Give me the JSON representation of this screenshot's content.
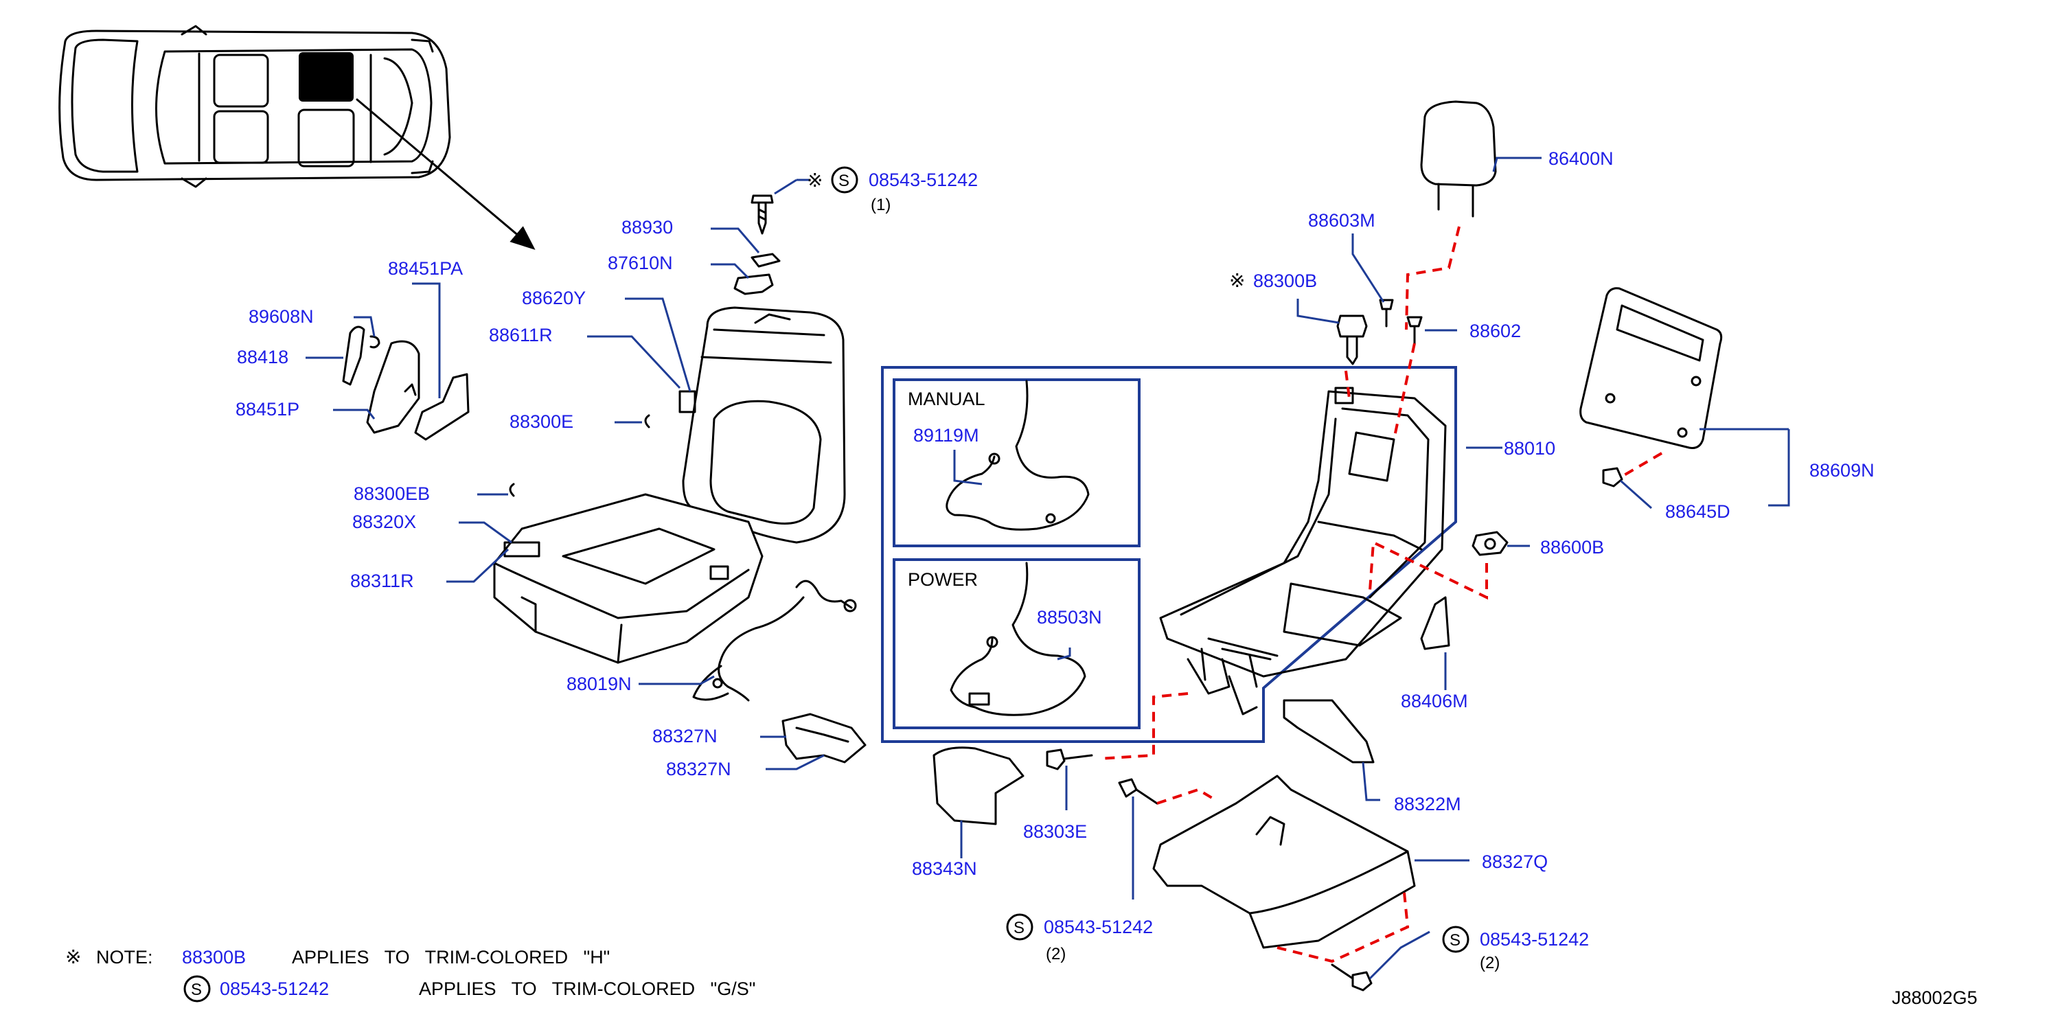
{
  "parts": [
    {
      "id": "p_08543_top",
      "label": "08543-51242",
      "qty": "(1)"
    },
    {
      "id": "p_88930",
      "label": "88930"
    },
    {
      "id": "p_87610N",
      "label": "87610N"
    },
    {
      "id": "p_88451PA",
      "label": "88451PA"
    },
    {
      "id": "p_88620Y",
      "label": "88620Y"
    },
    {
      "id": "p_89608N",
      "label": "89608N"
    },
    {
      "id": "p_88611R",
      "label": "88611R"
    },
    {
      "id": "p_88418",
      "label": "88418"
    },
    {
      "id": "p_88451P",
      "label": "88451P"
    },
    {
      "id": "p_88300E",
      "label": "88300E"
    },
    {
      "id": "p_88300EB",
      "label": "88300EB"
    },
    {
      "id": "p_88320X",
      "label": "88320X"
    },
    {
      "id": "p_88311R",
      "label": "88311R"
    },
    {
      "id": "p_88019N",
      "label": "88019N"
    },
    {
      "id": "p_88327N_a",
      "label": "88327N"
    },
    {
      "id": "p_88327N_b",
      "label": "88327N"
    },
    {
      "id": "p_89119M",
      "label": "89119M"
    },
    {
      "id": "p_88503N",
      "label": "88503N"
    },
    {
      "id": "p_86400N",
      "label": "86400N"
    },
    {
      "id": "p_88603M",
      "label": "88603M"
    },
    {
      "id": "p_88300B",
      "label": "88300B"
    },
    {
      "id": "p_88602",
      "label": "88602"
    },
    {
      "id": "p_88010",
      "label": "88010"
    },
    {
      "id": "p_88609N",
      "label": "88609N"
    },
    {
      "id": "p_88645D",
      "label": "88645D"
    },
    {
      "id": "p_88600B",
      "label": "88600B"
    },
    {
      "id": "p_88406M",
      "label": "88406M"
    },
    {
      "id": "p_88322M",
      "label": "88322M"
    },
    {
      "id": "p_88303E",
      "label": "88303E"
    },
    {
      "id": "p_88343N",
      "label": "88343N"
    },
    {
      "id": "p_88327Q",
      "label": "88327Q"
    },
    {
      "id": "p_08543_mid",
      "label": "08543-51242",
      "qty": "(2)"
    },
    {
      "id": "p_08543_right",
      "label": "08543-51242",
      "qty": "(2)"
    }
  ],
  "inset": {
    "manual_title": "MANUAL",
    "power_title": "POWER"
  },
  "symbols": {
    "s": "S",
    "ref_mark": "※"
  },
  "note": {
    "label": "NOTE:",
    "line1_part": "88300B",
    "line1_text": "APPLIES   TO   TRIM-COLORED   \"H\"",
    "line2_part": "08543-51242",
    "line2_text": "APPLIES   TO   TRIM-COLORED   \"G/S\""
  },
  "diagram_code": "J88002G5",
  "colors": {
    "label": "#1e1ee6",
    "leader": "#1e3c96",
    "dash": "#e60000",
    "ink": "#000000"
  }
}
